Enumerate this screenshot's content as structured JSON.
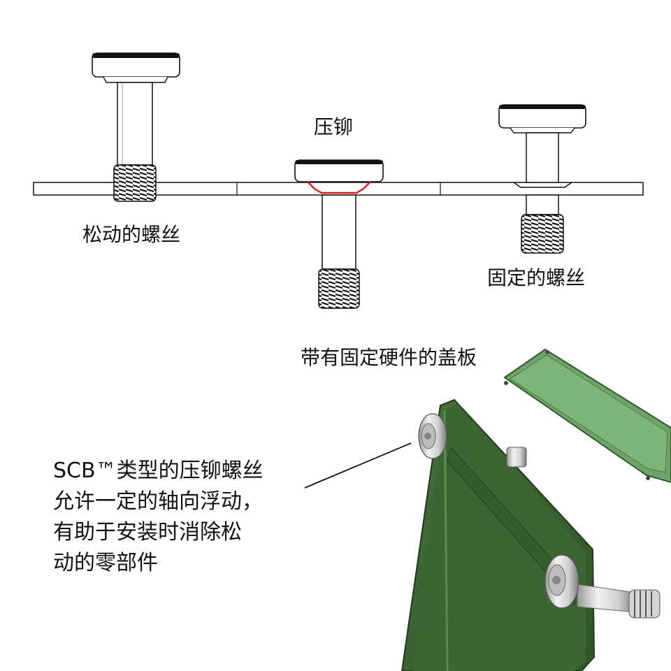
{
  "labels": {
    "loose_screw": "松动的螺丝",
    "press_rivet": "压铆",
    "fixed_screw": "固定的螺丝",
    "cover_with_hardware": "带有固定硬件的盖板"
  },
  "description_lines": [
    "SCB™类型的压铆螺丝",
    "允许一定的轴向浮动，",
    "有助于安装时消除松",
    "动的零部件"
  ],
  "colors": {
    "panel_green": "#3f6b35",
    "panel_dark": "#2b4a24",
    "cover_green": "#6fa36a",
    "rivet_red": "#e01b1b",
    "steel": "#d9d9d9"
  }
}
